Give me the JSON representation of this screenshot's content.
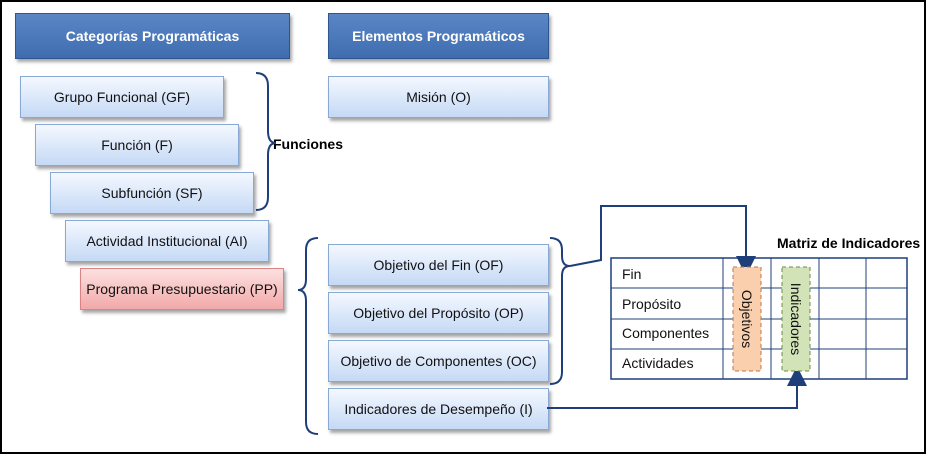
{
  "headers": {
    "categorias": "Categorías Programáticas",
    "elementos": "Elementos Programáticos"
  },
  "categorias": [
    "Grupo Funcional (GF)",
    "Función (F)",
    "Subfunción (SF)",
    "Actividad Institucional (AI)",
    "Programa Presupuestario (PP)"
  ],
  "funciones_label": "Funciones",
  "elementos": [
    "Misión (O)",
    "Objetivo del Fin (OF)",
    "Objetivo del Propósito (OP)",
    "Objetivo  de Componentes (OC)",
    "Indicadores de Desempeño (I)"
  ],
  "matriz": {
    "title": "Matriz de Indicadores",
    "rows": [
      "Fin",
      "Propósito",
      "Componentes",
      "Actividades"
    ],
    "objetivos": "Objetivos",
    "indicadores": "Indicadores"
  },
  "colors": {
    "header": "#4a78bb",
    "box": "#c5d9f5",
    "pp_box": "#f2a9a9",
    "objetivos_fill": "#f9cfae",
    "indicadores_fill": "#d3e3b8",
    "line": "#1f3f7a"
  }
}
